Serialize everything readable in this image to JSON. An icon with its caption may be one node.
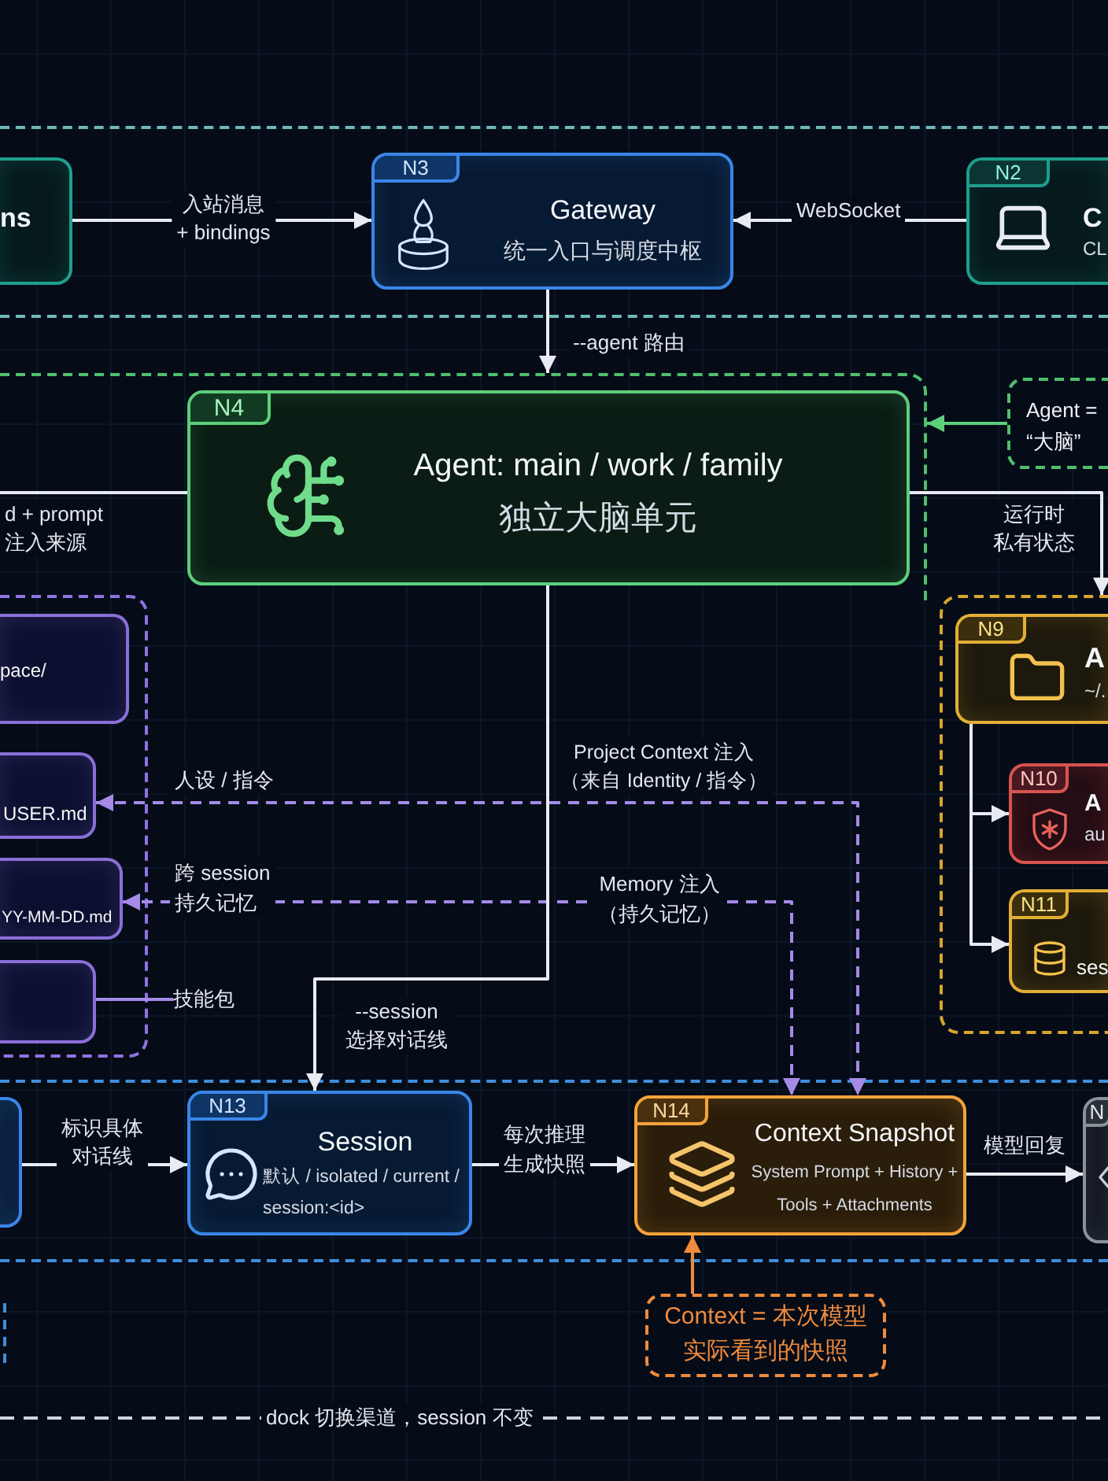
{
  "diagram": {
    "nodes": [
      {
        "text": [],
        "shape": "box"
      },
      {
        "text": [
          "ns"
        ],
        "in": 0
      },
      {
        "text": [
          "N3",
          "Gateway",
          "统一入口与调度中枢"
        ],
        "in": 0
      },
      {
        "text": [
          "N2",
          "C",
          "CL"
        ],
        "in": 0
      },
      {
        "text": [],
        "shape": "box"
      },
      {
        "text": [
          "N4",
          "Agent: main / work / family",
          "独立大脑单元"
        ],
        "in": 4
      },
      {
        "text": [
          "Agent = “大脑”"
        ]
      },
      {
        "text": [],
        "shape": "box"
      },
      {
        "text": [
          "pace/"
        ],
        "in": 7
      },
      {
        "text": [
          "USER.md"
        ],
        "in": 7
      },
      {
        "text": [
          "YY-MM-DD.md"
        ],
        "in": 7
      },
      {
        "text": [],
        "shape": "box",
        "in": 7
      },
      {
        "text": [
          "技能包"
        ]
      },
      {
        "text": [],
        "shape": "box"
      },
      {
        "text": [
          "N9",
          "A",
          "~/."
        ],
        "in": 13
      },
      {
        "text": [
          "N10",
          "A",
          "au"
        ],
        "in": 13
      },
      {
        "text": [
          "N11",
          "ses"
        ],
        "in": 13
      },
      {
        "text": [],
        "shape": "box"
      },
      {
        "text": [],
        "shape": "box",
        "in": 17
      },
      {
        "text": [
          "N13",
          "Session",
          "默认 / isolated / current / session:<id>"
        ],
        "in": 17
      },
      {
        "text": [
          "N14",
          "Context Snapshot",
          "System Prompt + History + Tools + Attachments"
        ],
        "in": 17
      },
      {
        "text": [
          "N"
        ],
        "in": 17
      },
      {
        "text": [
          "Context = 本次模型实际看到的快照"
        ]
      },
      {
        "text": [],
        "shape": "box"
      }
    ],
    "edges": [
      {
        "from": 1,
        "to": 2,
        "arrow": "to",
        "label": "入站消息 + bindings"
      },
      {
        "from": 3,
        "to": 2,
        "arrow": "to",
        "label": "WebSocket"
      },
      {
        "from": 2,
        "to": 4,
        "arrow": "to",
        "label": "--agent 路由"
      },
      {
        "from": 6,
        "to": 4,
        "arrow": "to",
        "color": "#5ccf7a"
      },
      {
        "from": 5,
        "to": null,
        "arrow": "none",
        "label": "d + prompt 注入来源"
      },
      {
        "from": 5,
        "to": 13,
        "arrow": "to",
        "label": "运行时私有状态"
      },
      {
        "from": 9,
        "to": 20,
        "arrow": "both",
        "label": "人设 / 指令",
        "style": "dashed",
        "color": "#a58ae8"
      },
      {
        "from": 10,
        "to": 20,
        "arrow": "both",
        "label": "跨 session 持久记忆",
        "style": "dashed",
        "color": "#a58ae8"
      },
      {
        "from": 12,
        "to": 11,
        "arrow": "none",
        "color": "#a58ae8"
      },
      {
        "from": 14,
        "to": 15,
        "arrow": "to"
      },
      {
        "from": 14,
        "to": 16,
        "arrow": "to"
      },
      {
        "from": 5,
        "to": 19,
        "arrow": "to",
        "label": "--session 选择对话线"
      },
      {
        "from": 18,
        "to": 19,
        "arrow": "to",
        "label": "标识具体对话线"
      },
      {
        "from": 19,
        "to": 20,
        "arrow": "to",
        "label": "每次推理生成快照"
      },
      {
        "from": 20,
        "to": 21,
        "arrow": "to",
        "label": "模型回复"
      },
      {
        "from": 22,
        "to": 20,
        "arrow": "to",
        "color": "#f08a3c"
      }
    ],
    "labels": [
      "Project Context 注入（来自 Identity / 指令）",
      "Memory 注入（持久记忆）",
      "dock 切换渠道，session 不变"
    ]
  }
}
